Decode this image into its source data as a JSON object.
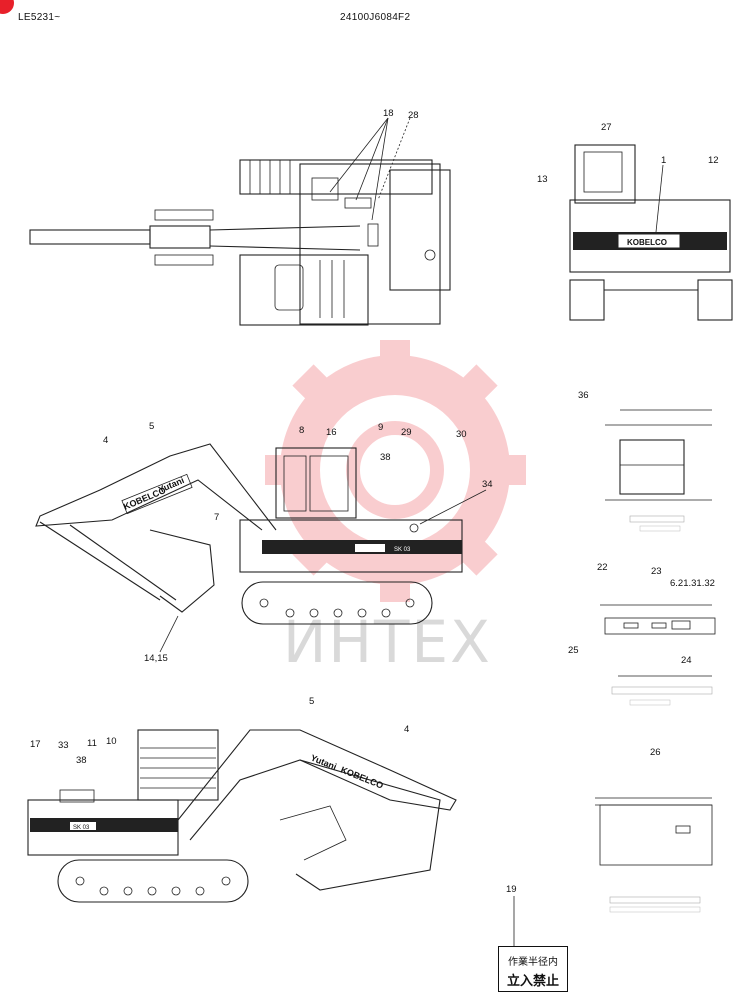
{
  "header": {
    "model": "LE5231~",
    "part_number": "24100J6084F2"
  },
  "watermark": {
    "text": "ИНТЕХ",
    "color": "#e8202a"
  },
  "callouts": {
    "c18": "18",
    "c28": "28",
    "c27": "27",
    "c1": "1",
    "c12": "12",
    "c13": "13",
    "c36": "36",
    "c5a": "5",
    "c4a": "4",
    "c8": "8",
    "c16": "16",
    "c9": "9",
    "c29": "29",
    "c30": "30",
    "c38a": "38",
    "c34": "34",
    "c7": "7",
    "c1415": "14,15",
    "c22": "22",
    "c23": "23",
    "c6213132": "6.21.31.32",
    "c25": "25",
    "c24": "24",
    "c5b": "5",
    "c4b": "4",
    "c17": "17",
    "c33": "33",
    "c11": "11",
    "c10": "10",
    "c38b": "38",
    "c26": "26",
    "c19": "19"
  },
  "decals": {
    "brand": "KOBELCO",
    "maker": "Yutani",
    "model_badge": "SK 03"
  },
  "warning_label": {
    "line1": "作業半径内",
    "line2": "立入禁止"
  }
}
